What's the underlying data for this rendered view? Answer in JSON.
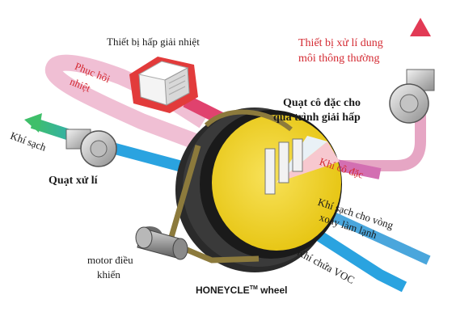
{
  "labels": {
    "heat_exchanger": "Thiết bị hấp giải nhiệt",
    "treatment_line1": "Thiết bị xử lí dung",
    "treatment_line2": "môi thông thường",
    "recovery_line1": "Phục hồi",
    "recovery_line2": "nhiệt",
    "desorption_fan_line1": "Quạt cô đặc cho",
    "desorption_fan_line2": "quá trình giải hấp",
    "clean_air": "Khí sạch",
    "process_fan": "Quạt xử lí",
    "concentrated_gas": "Khí cô đặc",
    "cooling_air_line1": "Khí sạch cho vòng",
    "cooling_air_line2": "xoay làm lạnh",
    "voc_air": "Khí chứa VOC",
    "motor_line1": "motor điều",
    "motor_line2": "khiển",
    "wheel_name": "HONEYCLE",
    "trademark": "TM",
    "wheel_suffix": "wheel"
  },
  "colors": {
    "blue_flow": "#2aa3e0",
    "pink_flow": "#e6a6c4",
    "magenta_flow": "#d36fb2",
    "red_text": "#d42a32",
    "wheel_yellow": "#f2d21e",
    "wheel_rim": "#1e1e1e",
    "belt": "#8c7a3c"
  },
  "icons": [
    "fan-icon",
    "heat-exchanger-icon",
    "motor-icon",
    "honeycomb-wheel-icon",
    "arrow-icon"
  ]
}
